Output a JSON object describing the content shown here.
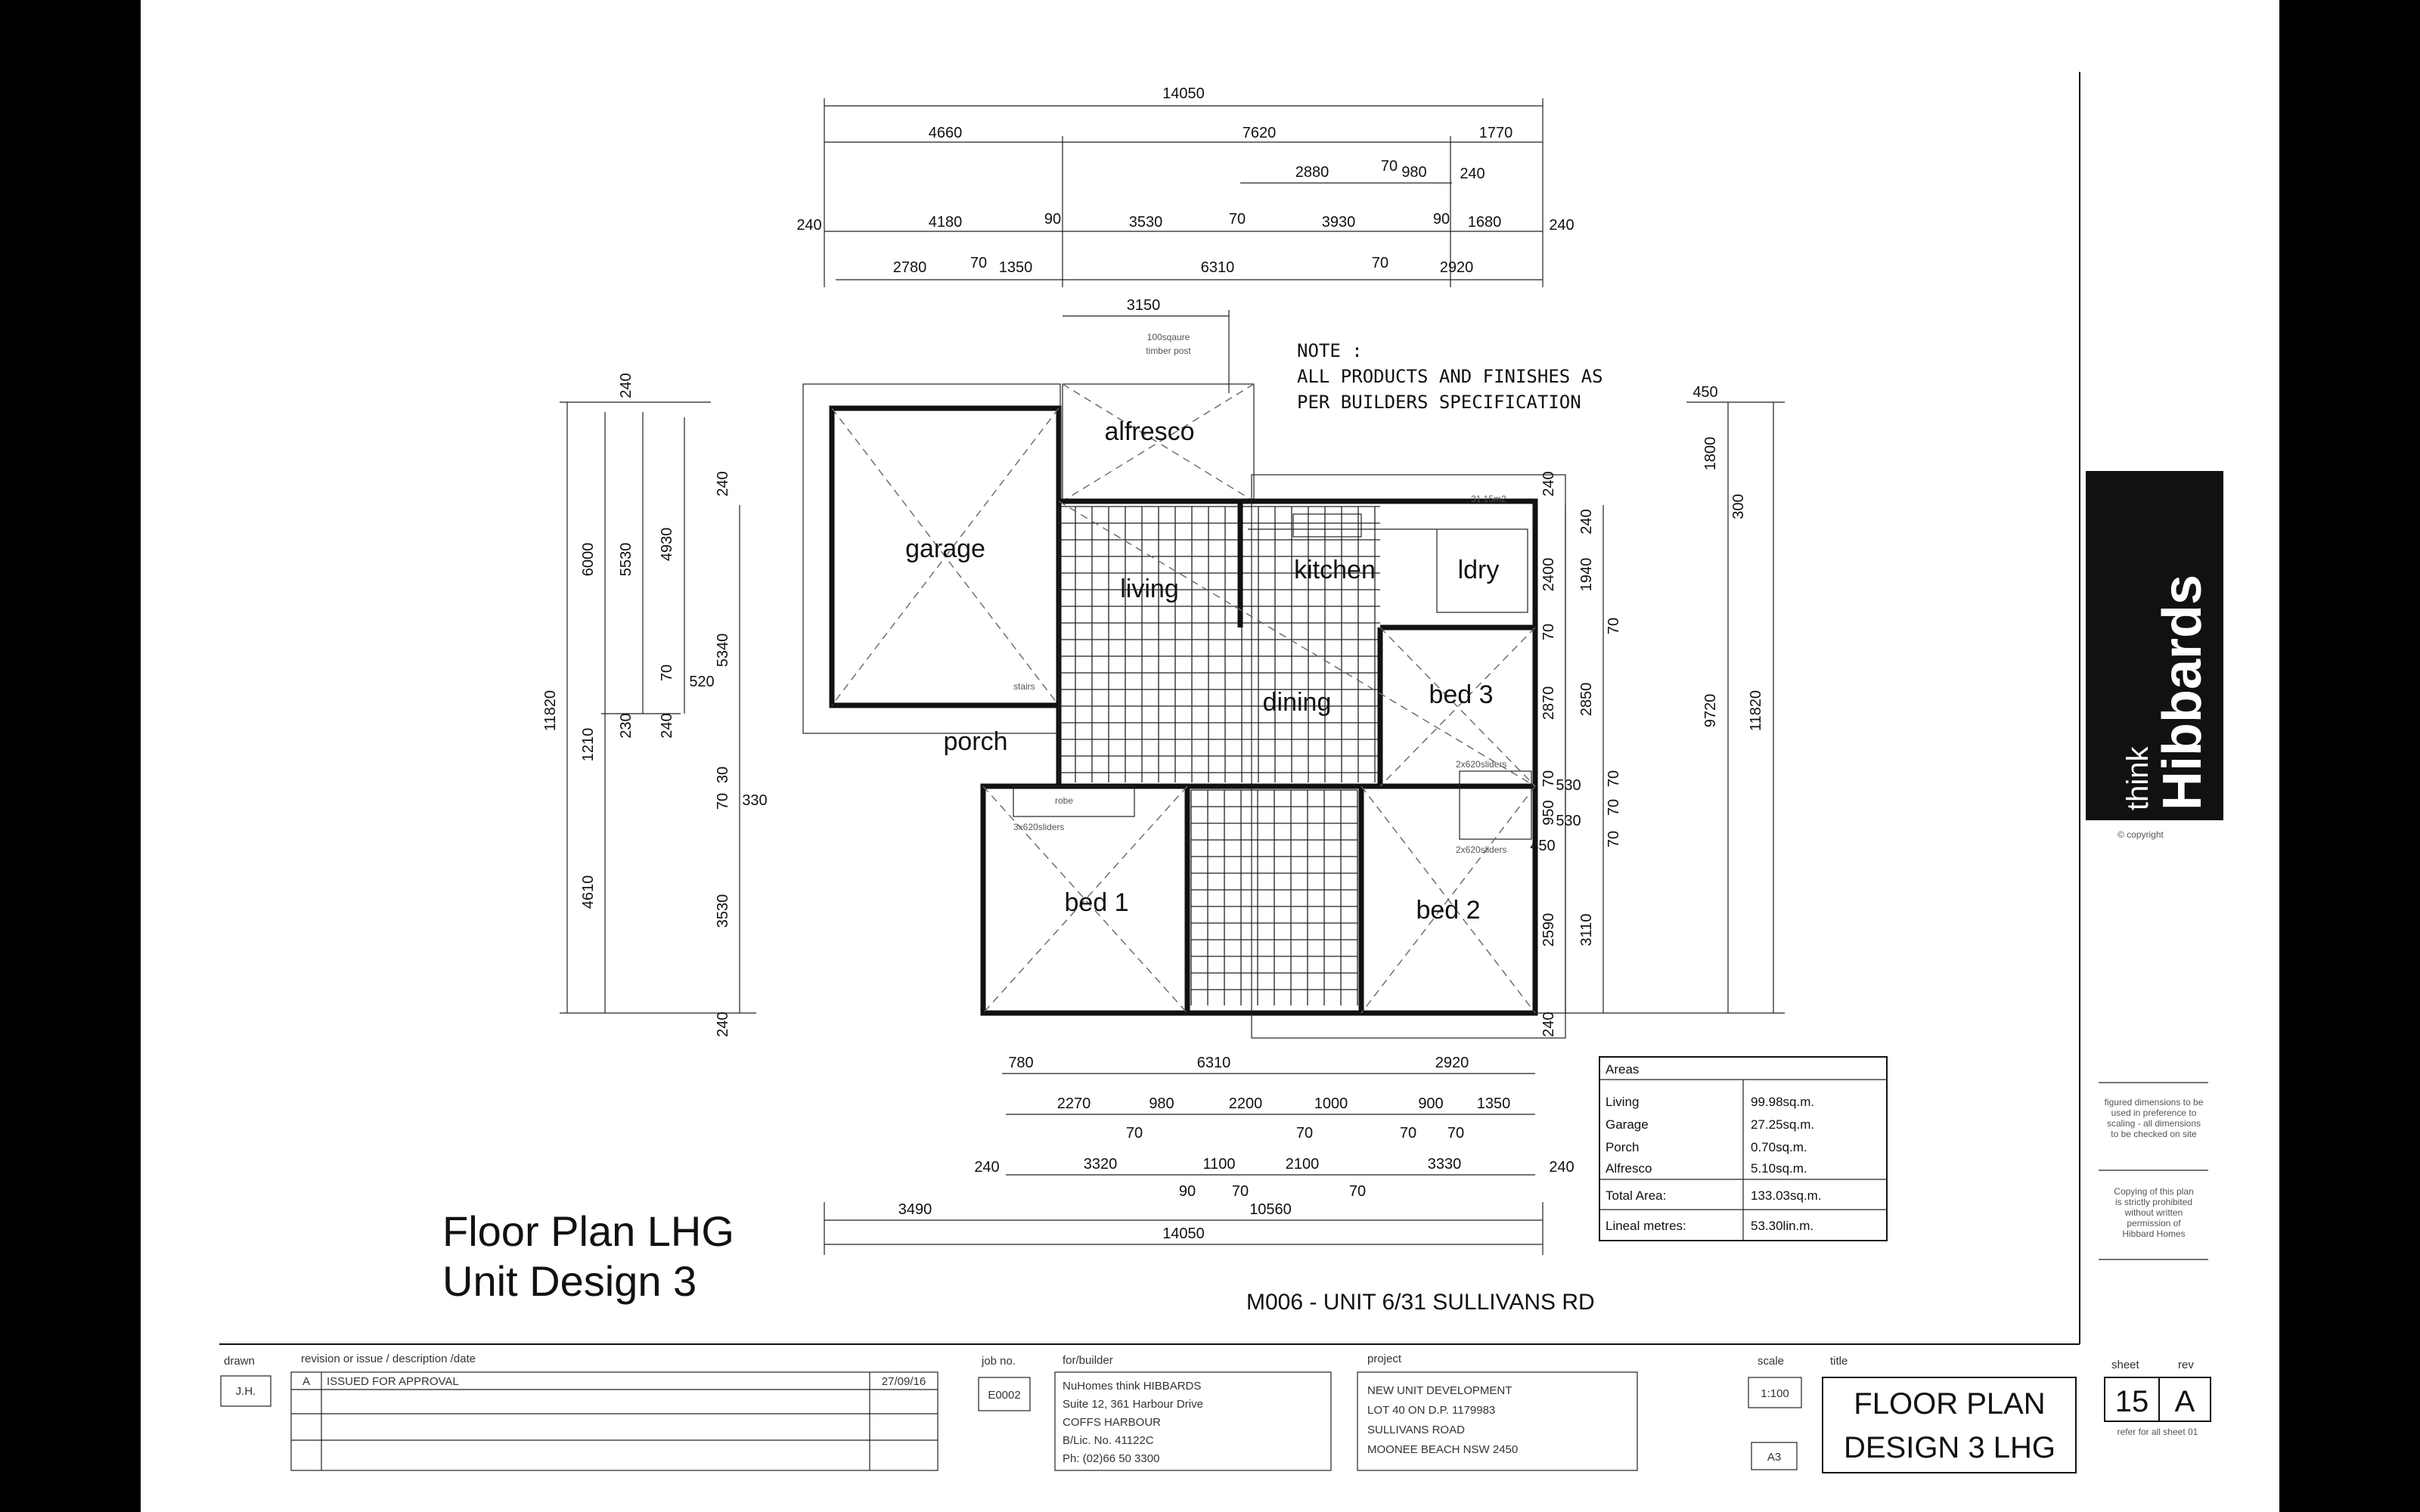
{
  "title": {
    "line1": "Floor Plan LHG",
    "line2": "Unit Design 3"
  },
  "project_heading": "M006 - UNIT 6/31 SULLIVANS RD",
  "note": {
    "line1": "NOTE :",
    "line2": "ALL PRODUCTS AND FINISHES AS",
    "line3": "PER BUILDERS SPECIFICATION"
  },
  "timber_post": {
    "line1": "100sqaure",
    "line2": "timber post"
  },
  "rooms": {
    "garage": "garage",
    "alfresco": "alfresco",
    "living": "living",
    "kitchen": "kitchen",
    "ldry": "ldry",
    "dining": "dining",
    "bed3": "bed 3",
    "porch": "porch",
    "bed1": "bed 1",
    "bed2": "bed 2",
    "robe": "robe",
    "stairs": "stairs",
    "sliders3": "3x620sliders",
    "sliders2a": "2x620sliders",
    "sliders2b": "2x620sliders",
    "area": "31.15m2"
  },
  "dims_top": {
    "overall": "14050",
    "a1": "4660",
    "a2": "7620",
    "a3": "1770",
    "b1": "2880",
    "b2": "70",
    "b3": "980",
    "b4": "240",
    "c0": "240",
    "c1": "4180",
    "c2": "90",
    "c3": "3530",
    "c4": "70",
    "c5": "3930",
    "c6": "90",
    "c7": "1680",
    "c8": "240",
    "d1": "2780",
    "d2": "70",
    "d3": "1350",
    "d4": "6310",
    "d5": "70",
    "d6": "2920",
    "e1": "3150"
  },
  "dims_bottom": {
    "a1": "780",
    "a2": "6310",
    "a3": "2920",
    "b1": "2270",
    "b2": "980",
    "b3": "2200",
    "b4": "1000",
    "b5": "900",
    "b6": "1350",
    "b7": "70",
    "b8": "70",
    "b9": "70",
    "b10": "70",
    "c1": "3320",
    "c2": "1100",
    "c3": "2100",
    "c4": "3330",
    "c5": "90",
    "c6": "70",
    "c7": "70",
    "c0": "240",
    "c8": "240",
    "d1": "3490",
    "d2": "10560",
    "overall": "14050"
  },
  "dims_left": {
    "overall": "11820",
    "a1": "6000",
    "a2": "1210",
    "a3": "4610",
    "b1": "5530",
    "b2": "230",
    "c1": "4930",
    "c2": "70",
    "c3": "240",
    "c4": "520",
    "d1": "5340",
    "d2": "30",
    "d3": "70",
    "d4": "3530",
    "t1": "240",
    "t2": "240",
    "t3": "240",
    "t4": "330"
  },
  "dims_right": {
    "overall": "11820",
    "a1": "9720",
    "a2": "1800",
    "a3": "450",
    "a4": "300",
    "b1": "2400",
    "b2": "70",
    "b3": "2870",
    "b4": "70",
    "b5": "950",
    "b6": "450",
    "b7": "2590",
    "b8": "240",
    "b9": "240",
    "c1": "240",
    "c2": "1940",
    "c3": "70",
    "c4": "2850",
    "c5": "70",
    "c6": "530",
    "c7": "70",
    "c8": "530",
    "c9": "70",
    "c10": "3110"
  },
  "areas": {
    "header": "Areas",
    "rows": [
      {
        "label": "Living",
        "value": "99.98sq.m."
      },
      {
        "label": "Garage",
        "value": "27.25sq.m."
      },
      {
        "label": "Porch",
        "value": "0.70sq.m."
      },
      {
        "label": "Alfresco",
        "value": "5.10sq.m."
      }
    ],
    "total_label": "Total Area:",
    "total_value": "133.03sq.m.",
    "lineal_label": "Lineal metres:",
    "lineal_value": "53.30lin.m."
  },
  "brand": {
    "think": "think",
    "name": "Hibbards",
    "copyright": "© copyright"
  },
  "side_notes": {
    "n1": [
      "figured dimensions to be",
      "used in preference to",
      "scaling - all dimensions",
      "to be checked on site"
    ],
    "n2": [
      "Copying of this plan",
      "is strictly prohibited",
      "without written",
      "permission of",
      "Hibbard Homes"
    ]
  },
  "title_block": {
    "drawn_label": "drawn",
    "drawn_value": "J.H.",
    "revision_label": "revision or issue / description /date",
    "rev_code": "A",
    "rev_desc": "ISSUED FOR APPROVAL",
    "rev_date": "27/09/16",
    "job_label": "job no.",
    "job_value": "E0002",
    "builder_label": "for/builder",
    "builder_lines": [
      "NuHomes think HIBBARDS",
      "Suite 12, 361 Harbour Drive",
      "COFFS HARBOUR",
      "B/Lic. No. 41122C",
      "Ph: (02)66 50 3300"
    ],
    "project_label": "project",
    "project_lines": [
      "NEW UNIT DEVELOPMENT",
      "LOT 40 ON D.P. 1179983",
      "SULLIVANS ROAD",
      "MOONEE BEACH NSW 2450"
    ],
    "scale_label": "scale",
    "scale_value": "1:100",
    "paper": "A3",
    "title_label": "title",
    "title_line1": "FLOOR PLAN",
    "title_line2": "DESIGN 3 LHG",
    "sheet_label": "sheet",
    "sheet_value": "15",
    "rev_label": "rev",
    "rev_value": "A",
    "ref": "refer for all sheet 01"
  }
}
